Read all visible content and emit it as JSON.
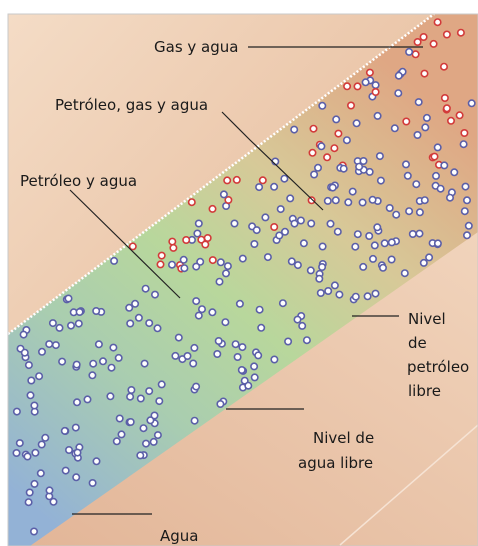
{
  "labels": {
    "gas_water": "Gas y agua",
    "oil_gas_water": "Petróleo, gas y agua",
    "oil_water": "Petróleo y agua",
    "free_oil_level_1": "Nivel",
    "free_oil_level_2": "de",
    "free_oil_level_3": "petróleo",
    "free_oil_level_4": "libre",
    "free_water_level_1": "Nivel de",
    "free_water_level_2": "agua libre",
    "water": "Agua"
  },
  "colors": {
    "rock_light": "#f3d9c2",
    "rock_dark": "#d7a98b",
    "water_blue": "#9fb9d8",
    "oil_green": "#b9d69e",
    "gas_tan": "#dba985",
    "gas_bubble": "#d23a3a",
    "water_bubble": "#5b5fa8"
  }
}
